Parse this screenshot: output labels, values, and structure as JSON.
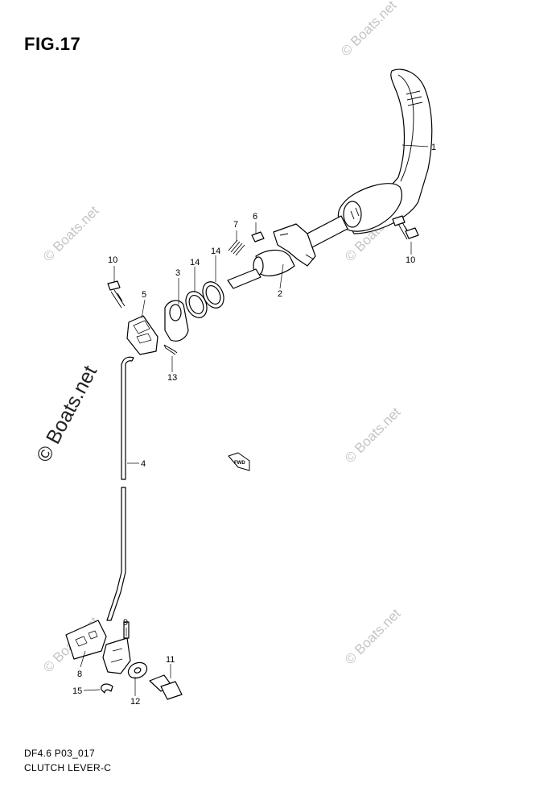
{
  "figure": {
    "title": "FIG.17",
    "code": "DF4.6 P03_017",
    "name": "CLUTCH LEVER-C"
  },
  "watermark": {
    "text": "© Boats.net"
  },
  "callouts": {
    "c1": "1",
    "c2": "2",
    "c3": "3",
    "c4": "4",
    "c5": "5",
    "c6": "6",
    "c7": "7",
    "c8": "8",
    "c9": "9",
    "c10a": "10",
    "c10b": "10",
    "c11": "11",
    "c12": "12",
    "c13": "13",
    "c14a": "14",
    "c14b": "14",
    "c15": "15"
  },
  "fwd_arrow": {
    "label": "FWD"
  }
}
